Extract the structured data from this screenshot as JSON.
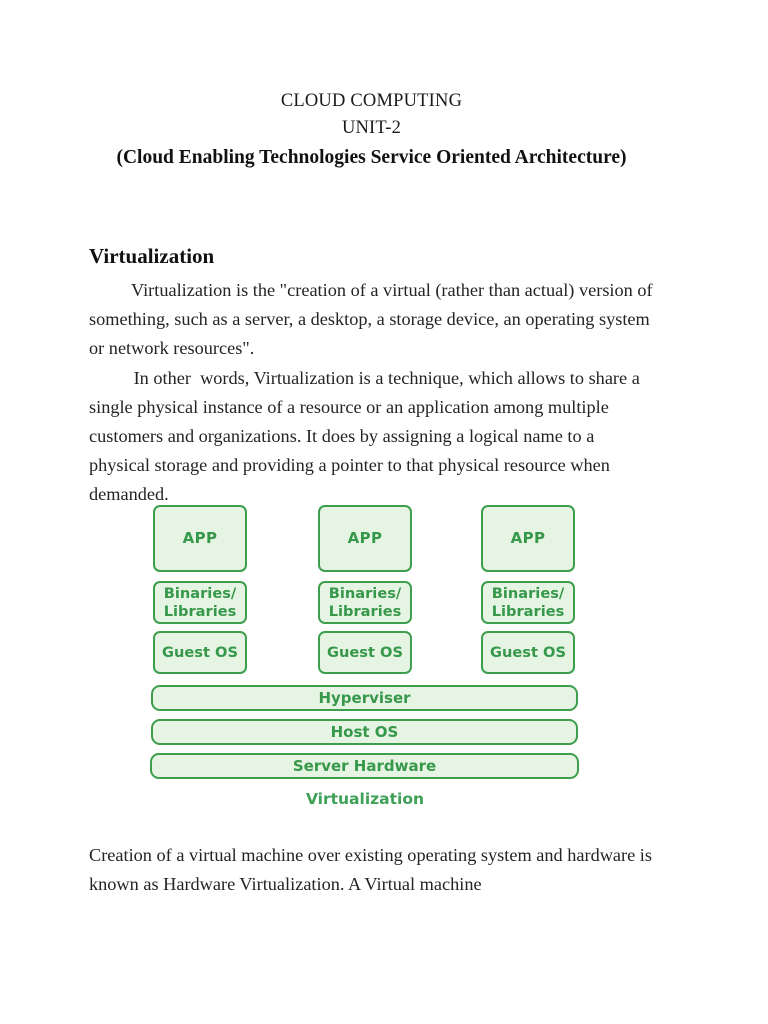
{
  "document": {
    "title_lines": [
      "CLOUD COMPUTING",
      "UNIT-2"
    ],
    "subtitle": "(Cloud Enabling Technologies Service Oriented Architecture)",
    "section_heading": "Virtualization",
    "paragraphs": [
      "Virtualization is the \"creation of a virtual (rather than actual) version of something, such as a server, a desktop, a storage device, an operating system or network resources\".",
      " In other  words, Virtualization is a technique, which allows to share a single physical instance of a resource or an application among multiple customers and organizations. It does by assigning a logical name to a physical storage and providing a pointer to that physical resource when demanded.",
      "Creation of a virtual machine over existing operating system and hardware is known as Hardware Virtualization. A Virtual machine"
    ]
  },
  "diagram": {
    "caption": "Virtualization",
    "colors": {
      "box_fill": "#e6f4e3",
      "box_border": "#3d9e4d",
      "box_text": "#36984a",
      "caption_text": "#3fa057"
    },
    "columns": [
      {
        "app": "APP",
        "binaries": "Binaries/\nLibraries",
        "guest": "Guest\nOS"
      },
      {
        "app": "APP",
        "binaries": "Binaries/\nLibraries",
        "guest": "Guest\nOS"
      },
      {
        "app": "APP",
        "binaries": "Binaries/\nLibraries",
        "guest": "Guest\nOS"
      }
    ],
    "layers": [
      "Hyperviser",
      "Host OS",
      "Server Hardware"
    ]
  }
}
